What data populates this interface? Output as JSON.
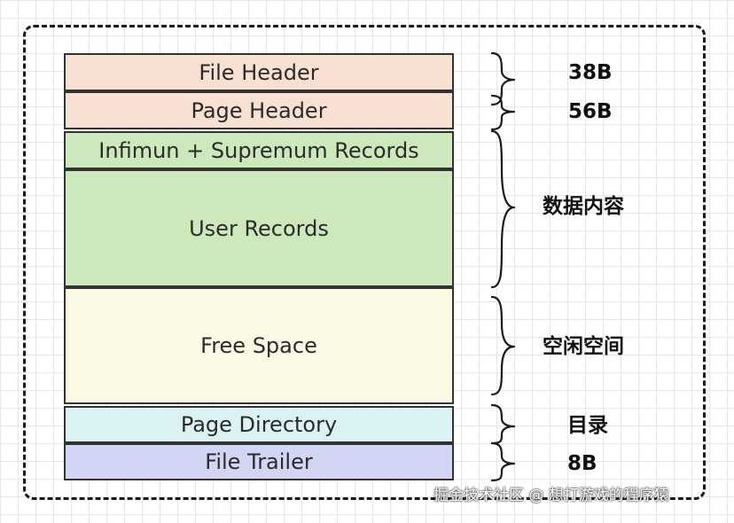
{
  "sections": [
    {
      "id": "file-header",
      "label": "File Header",
      "color": "#f8e1d2"
    },
    {
      "id": "page-header",
      "label": "Page Header",
      "color": "#f8e1d2"
    },
    {
      "id": "infimum-supremum",
      "label": "Infimun + Supremum Records",
      "color": "#cde9bb"
    },
    {
      "id": "user-records",
      "label": "User Records",
      "color": "#cde9bb"
    },
    {
      "id": "free-space",
      "label": "Free Space",
      "color": "#fbf8e4"
    },
    {
      "id": "page-directory",
      "label": "Page Directory",
      "color": "#dbf2f3"
    },
    {
      "id": "file-trailer",
      "label": "File Trailer",
      "color": "#d2d5f3"
    }
  ],
  "annotations": {
    "file_header_size": "38B",
    "page_header_size": "56B",
    "data_content": "数据内容",
    "idle_space": "空闲空间",
    "directory": "目录",
    "file_trailer_size": "8B"
  },
  "watermark": "掘金技术社区 @ 想打游戏的程序猿"
}
